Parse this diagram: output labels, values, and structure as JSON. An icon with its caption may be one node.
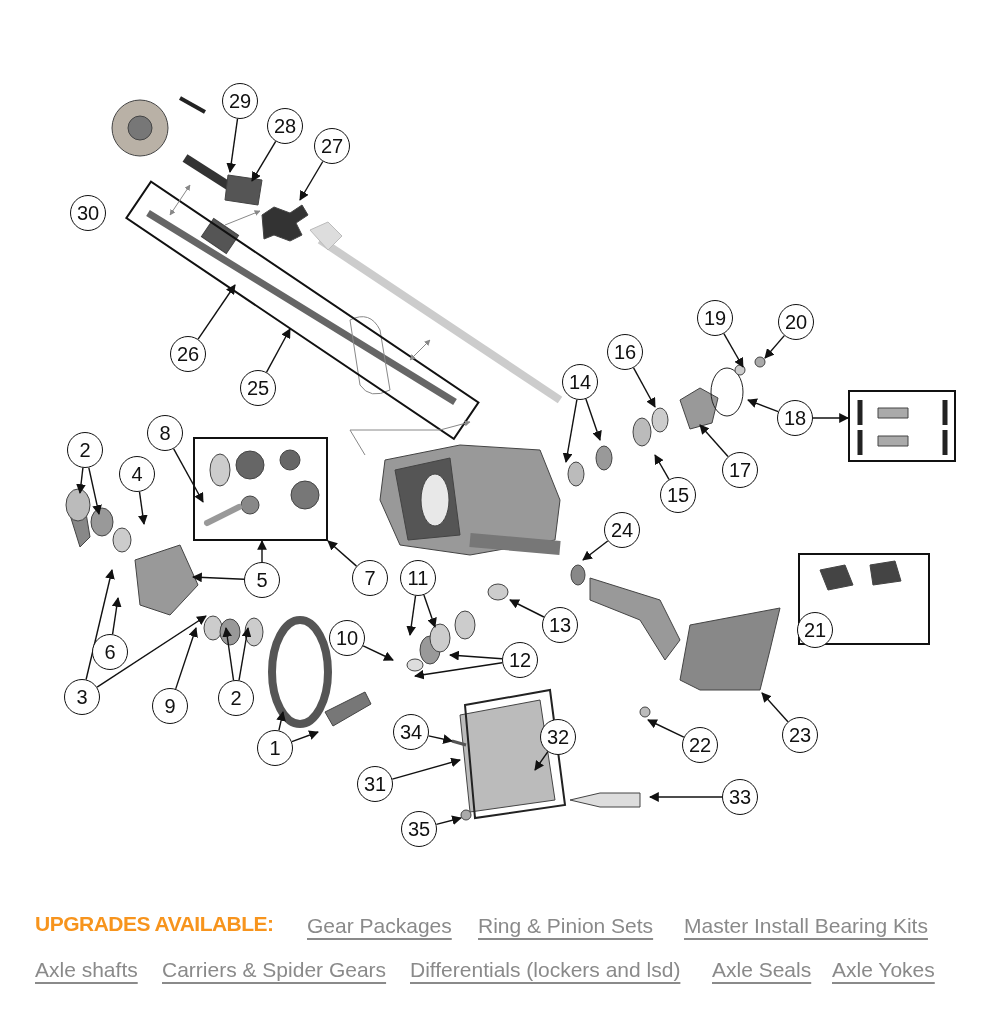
{
  "diagram": {
    "nodes": [
      {
        "text": [
          "1"
        ]
      },
      {
        "text": [
          "2"
        ]
      },
      {
        "text": [
          "2"
        ]
      },
      {
        "text": [
          "3"
        ]
      },
      {
        "text": [
          "4"
        ]
      },
      {
        "text": [
          "5"
        ]
      },
      {
        "text": [
          "6"
        ]
      },
      {
        "text": [
          "7"
        ]
      },
      {
        "text": [
          "8"
        ]
      },
      {
        "text": [
          "9"
        ]
      },
      {
        "text": [
          "10"
        ]
      },
      {
        "text": [
          "11"
        ]
      },
      {
        "text": [
          "12"
        ]
      },
      {
        "text": [
          "13"
        ]
      },
      {
        "text": [
          "14"
        ]
      },
      {
        "text": [
          "15"
        ]
      },
      {
        "text": [
          "16"
        ]
      },
      {
        "text": [
          "17"
        ]
      },
      {
        "text": [
          "18"
        ]
      },
      {
        "text": [
          "19"
        ]
      },
      {
        "text": [
          "20"
        ]
      },
      {
        "text": [],
        "shape": "box"
      },
      {
        "text": [
          "21"
        ],
        "in": 21
      },
      {
        "text": [
          "22"
        ]
      },
      {
        "text": [
          "23"
        ]
      },
      {
        "text": [
          "24"
        ]
      },
      {
        "text": [
          "25"
        ]
      },
      {
        "text": [
          "26"
        ]
      },
      {
        "text": [
          "27"
        ]
      },
      {
        "text": [
          "28"
        ]
      },
      {
        "text": [
          "29"
        ]
      },
      {
        "text": [
          "30"
        ]
      },
      {
        "text": [
          "31"
        ]
      },
      {
        "text": [
          "32"
        ]
      },
      {
        "text": [
          "33"
        ]
      },
      {
        "text": [
          "34"
        ]
      },
      {
        "text": [
          "35"
        ]
      },
      {
        "text": [],
        "shape": "box"
      },
      {
        "text": [],
        "shape": "picture",
        "in": 37
      },
      {
        "text": [],
        "shape": "box"
      }
    ],
    "edges": [
      {
        "from": 0,
        "to": null,
        "arrow": "to"
      },
      {
        "from": 0,
        "to": null,
        "arrow": "to"
      },
      {
        "from": 1,
        "to": null,
        "arrow": "to"
      },
      {
        "from": 1,
        "to": null,
        "arrow": "to"
      },
      {
        "from": 2,
        "to": null,
        "arrow": "to"
      },
      {
        "from": 2,
        "to": null,
        "arrow": "to"
      },
      {
        "from": 3,
        "to": null,
        "arrow": "to"
      },
      {
        "from": 3,
        "to": null,
        "arrow": "to"
      },
      {
        "from": 4,
        "to": null,
        "arrow": "to"
      },
      {
        "from": 5,
        "to": null,
        "arrow": "to"
      },
      {
        "from": 5,
        "to": 37,
        "arrow": "to"
      },
      {
        "from": 6,
        "to": null,
        "arrow": "to"
      },
      {
        "from": 7,
        "to": 37,
        "arrow": "to"
      },
      {
        "from": 8,
        "to": 38,
        "arrow": "to"
      },
      {
        "from": 9,
        "to": null,
        "arrow": "to"
      },
      {
        "from": 10,
        "to": null,
        "arrow": "to"
      },
      {
        "from": 11,
        "to": null,
        "arrow": "to"
      },
      {
        "from": 11,
        "to": null,
        "arrow": "to"
      },
      {
        "from": 12,
        "to": null,
        "arrow": "to"
      },
      {
        "from": 12,
        "to": null,
        "arrow": "to"
      },
      {
        "from": 13,
        "to": null,
        "arrow": "to"
      },
      {
        "from": 14,
        "to": null,
        "arrow": "to"
      },
      {
        "from": 14,
        "to": null,
        "arrow": "to"
      },
      {
        "from": 15,
        "to": null,
        "arrow": "to"
      },
      {
        "from": 16,
        "to": null,
        "arrow": "to"
      },
      {
        "from": 17,
        "to": null,
        "arrow": "to"
      },
      {
        "from": 18,
        "to": null,
        "arrow": "to"
      },
      {
        "from": 18,
        "to": 39,
        "arrow": "to"
      },
      {
        "from": 19,
        "to": null,
        "arrow": "to"
      },
      {
        "from": 20,
        "to": null,
        "arrow": "to"
      },
      {
        "from": 23,
        "to": null,
        "arrow": "to"
      },
      {
        "from": 24,
        "to": null,
        "arrow": "to"
      },
      {
        "from": 25,
        "to": null,
        "arrow": "to"
      },
      {
        "from": 26,
        "to": null,
        "arrow": "to"
      },
      {
        "from": 27,
        "to": null,
        "arrow": "to"
      },
      {
        "from": 28,
        "to": null,
        "arrow": "to"
      },
      {
        "from": 29,
        "to": null,
        "arrow": "to"
      },
      {
        "from": 30,
        "to": null,
        "arrow": "to"
      },
      {
        "from": 32,
        "to": null,
        "arrow": "to"
      },
      {
        "from": 33,
        "to": null,
        "arrow": "to"
      },
      {
        "from": 34,
        "to": null,
        "arrow": "to"
      },
      {
        "from": 35,
        "to": null,
        "arrow": "to"
      },
      {
        "from": 36,
        "to": null,
        "arrow": "to"
      }
    ],
    "labels": [
      "UPGRADES AVAILABLE:",
      "Gear Packages",
      "Ring & Pinion Sets",
      "Master Install Bearing Kits",
      "Axle shafts",
      "Carriers & Spider Gears",
      "Differentials (lockers and lsd)",
      "Axle Seals",
      "Axle Yokes"
    ]
  }
}
